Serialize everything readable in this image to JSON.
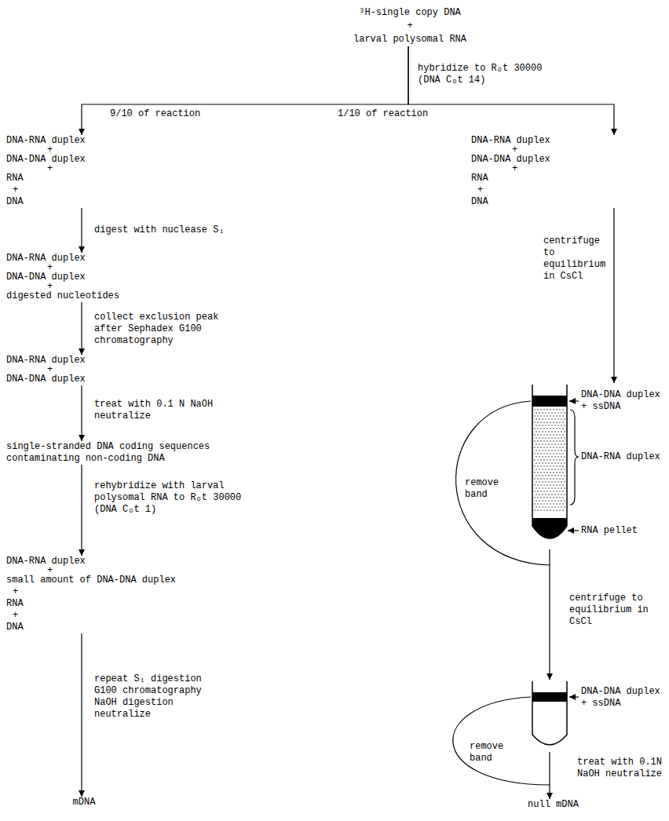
{
  "diagram": {
    "nodes": [
      {
        "text": [
          "³H-single copy DNA",
          "+",
          "larval polysomal RNA"
        ]
      },
      {
        "text": [
          "DNA-RNA duplex",
          "+",
          "DNA-DNA duplex",
          "+",
          "RNA",
          "+",
          "DNA"
        ]
      },
      {
        "text": [
          "DNA-RNA duplex",
          "+",
          "DNA-DNA duplex",
          "+",
          "RNA",
          "+",
          "DNA"
        ]
      },
      {
        "text": [
          "DNA-RNA duplex",
          "+",
          "DNA-DNA duplex",
          "+",
          "digested nucleotides"
        ]
      },
      {
        "text": [
          "DNA-RNA duplex",
          "+",
          "DNA-DNA duplex"
        ]
      },
      {
        "text": [
          "single-stranded DNA coding sequences",
          "contaminating non-coding DNA"
        ]
      },
      {
        "text": [
          "DNA-RNA duplex",
          "+",
          "small amount of DNA-DNA duplex",
          "+",
          "RNA",
          "+",
          "DNA"
        ]
      },
      {
        "text": [
          "mDNA"
        ]
      },
      {
        "text": [
          "DNA-DNA duplex + ssDNA",
          "DNA-RNA duplex",
          "RNA pellet"
        ]
      },
      {
        "text": [
          "DNA-DNA duplex + ssDNA"
        ]
      },
      {
        "text": [
          "null mDNA"
        ]
      }
    ],
    "edges": [
      {
        "from": 0,
        "to": 1,
        "arrow": "to",
        "label": "9/10 of reaction"
      },
      {
        "from": 0,
        "to": 2,
        "arrow": "to",
        "label": "1/10 of reaction"
      },
      {
        "from": 1,
        "to": 3,
        "arrow": "to",
        "label": "digest with nuclease S₁"
      },
      {
        "from": 3,
        "to": 4,
        "arrow": "to",
        "label": "collect exclusion peak after Sephadex G100 chromatography"
      },
      {
        "from": 4,
        "to": 5,
        "arrow": "to",
        "label": "treat with 0.1 N NaOH neutralize"
      },
      {
        "from": 5,
        "to": 6,
        "arrow": "to",
        "label": "rehybridize with larval polysomal RNA to Rₒt 30000 (DNA Cₒt 1)"
      },
      {
        "from": 6,
        "to": 7,
        "arrow": "to",
        "label": "repeat S₁ digestion G100 chromatography NaOH digestion neutralize"
      },
      {
        "from": 2,
        "to": 8,
        "arrow": "to",
        "label": "centrifuge to equilibrium in CsCl"
      },
      {
        "from": 8,
        "to": 9,
        "arrow": "to",
        "label": "centrifuge to equilibrium in CsCl"
      },
      {
        "from": 9,
        "to": 10,
        "arrow": "to",
        "label": "treat with 0.1N NaOH neutralize"
      }
    ],
    "labels": [
      "hybridize to Rₒt 30000 (DNA Cₒt 14)",
      "remove band",
      "remove band"
    ]
  }
}
